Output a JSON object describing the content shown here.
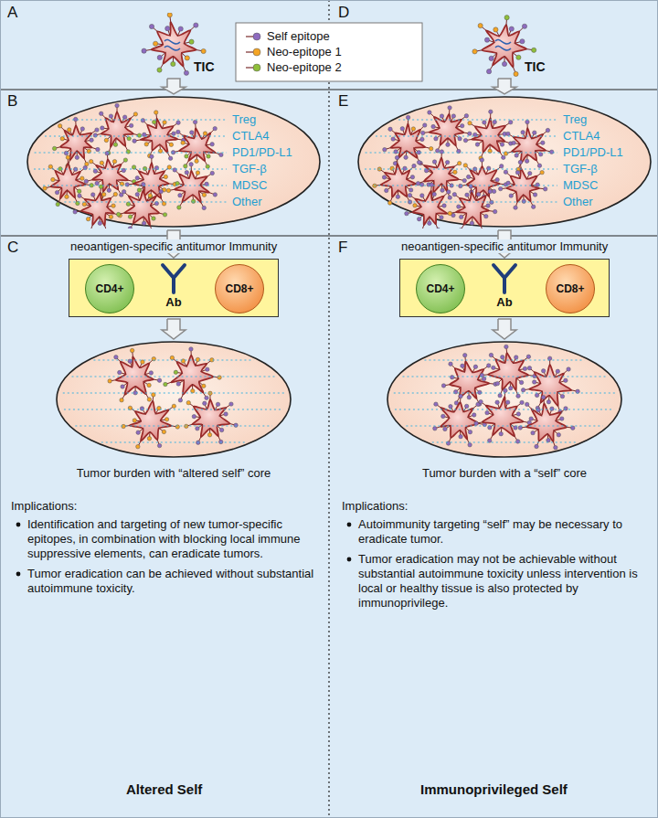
{
  "diagram": {
    "nodes": [
      {
        "text": [
          "TIC"
        ]
      },
      {
        "text": [
          "Treg",
          "CTLA4",
          "PD1/PD-L1",
          "TGF-β",
          "MDSC",
          "Other"
        ]
      },
      {
        "text": [
          "Ab"
        ]
      },
      {
        "text": [
          "CD4+"
        ],
        "in": 2
      },
      {
        "text": [
          "CD8+"
        ],
        "in": 2
      },
      {
        "text": [
          "Tumor burden with “altered self” core"
        ]
      },
      {
        "text": [
          "TIC"
        ]
      },
      {
        "text": [
          "Treg",
          "CTLA4",
          "PD1/PD-L1",
          "TGF-β",
          "MDSC",
          "Other"
        ]
      },
      {
        "text": [
          "Ab"
        ]
      },
      {
        "text": [
          "CD4+"
        ],
        "in": 8
      },
      {
        "text": [
          "CD8+"
        ],
        "in": 8
      },
      {
        "text": [
          "Tumor burden with a “self” core"
        ]
      }
    ],
    "edges": [
      {
        "from": 0,
        "to": 1,
        "arrow": "to"
      },
      {
        "from": 1,
        "to": 2,
        "arrow": "to"
      },
      {
        "from": 2,
        "to": 5,
        "arrow": "to"
      },
      {
        "from": 6,
        "to": 7,
        "arrow": "to"
      },
      {
        "from": 7,
        "to": 8,
        "arrow": "to"
      },
      {
        "from": 8,
        "to": 11,
        "arrow": "to"
      }
    ],
    "labels": [
      "A",
      "D",
      "B",
      "E",
      "C",
      "neoantigen-specific antitumor Immunity",
      "F",
      "neoantigen-specific antitumor Immunity",
      "Implications:",
      "Identification and targeting of new tumor-specific epitopes, in combination with blocking local immune suppressive elements, can eradicate tumors.",
      "Tumor eradication can be achieved without substantial autoimmune toxicity.",
      "Implications:",
      "Autoimmunity targeting “self” may be necessary to eradicate tumor.",
      "Tumor eradication may not be achievable without substantial autoimmune toxicity unless intervention is local or healthy tissue is also protected by immunoprivilege.",
      "Altered Self",
      "Immunoprivileged Self"
    ],
    "legend": [
      {
        "text": "Self epitope",
        "color": "#8e6bbf"
      },
      {
        "text": "Neo-epitope 1",
        "color": "#f5a524"
      },
      {
        "text": "Neo-epitope 2",
        "color": "#8fbf3a"
      }
    ]
  }
}
